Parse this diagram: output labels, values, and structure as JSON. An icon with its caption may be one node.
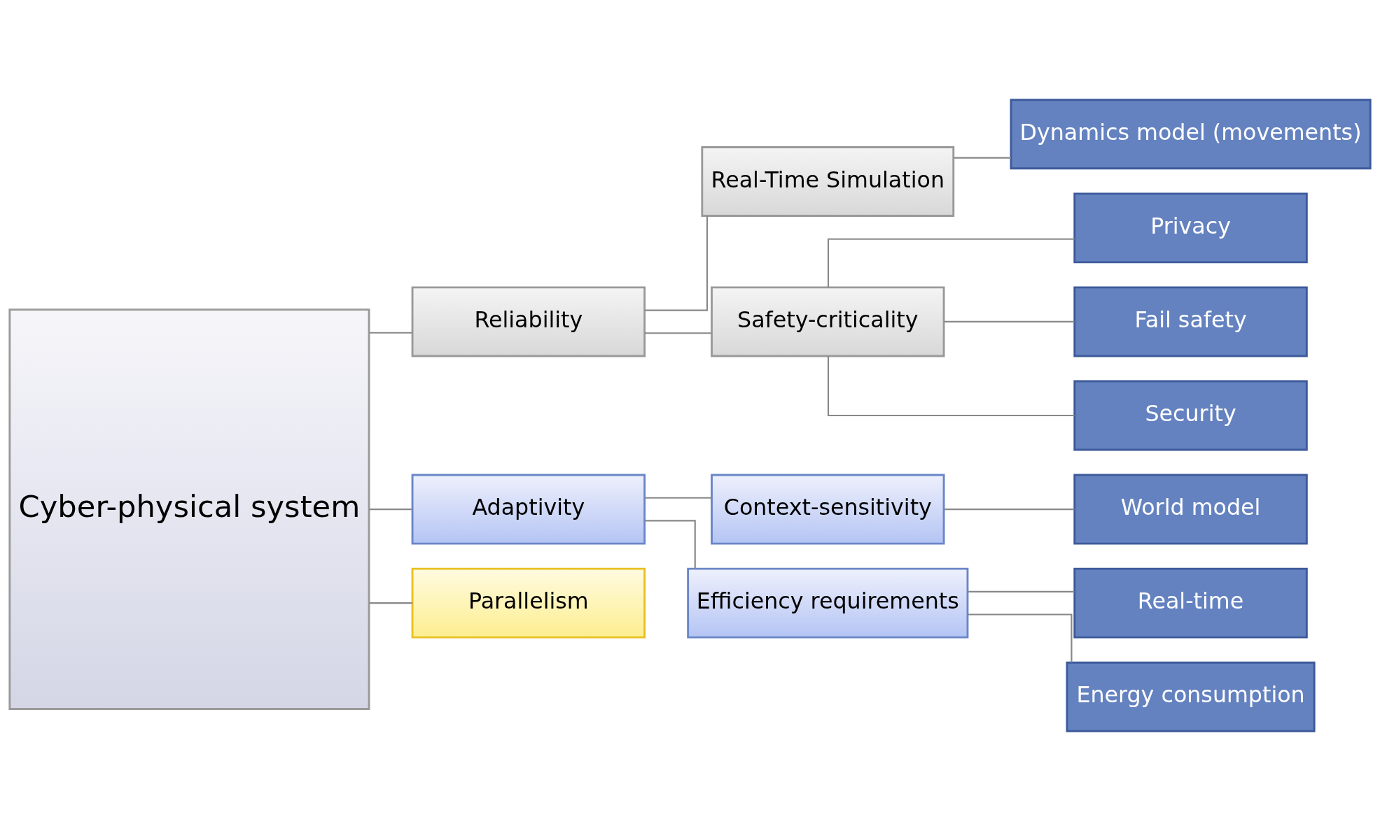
{
  "diagram": {
    "nodes": [
      {
        "text": [
          "Cyber-physical system"
        ]
      },
      {
        "text": [
          "Reliability"
        ]
      },
      {
        "text": [
          "Adaptivity"
        ]
      },
      {
        "text": [
          "Parallelism"
        ]
      },
      {
        "text": [
          "Real-Time Simulation"
        ]
      },
      {
        "text": [
          "Safety-criticality"
        ]
      },
      {
        "text": [
          "Context-sensitivity"
        ]
      },
      {
        "text": [
          "Efficiency requirements"
        ]
      },
      {
        "text": [
          "Dynamics model (movements)"
        ]
      },
      {
        "text": [
          "Privacy"
        ]
      },
      {
        "text": [
          "Fail safety"
        ]
      },
      {
        "text": [
          "Security"
        ]
      },
      {
        "text": [
          "World model"
        ]
      },
      {
        "text": [
          "Real-time"
        ]
      },
      {
        "text": [
          "Energy consumption"
        ]
      }
    ],
    "edges": [
      {
        "from": 0,
        "to": 1,
        "arrow": "none"
      },
      {
        "from": 0,
        "to": 2,
        "arrow": "none"
      },
      {
        "from": 0,
        "to": 3,
        "arrow": "none"
      },
      {
        "from": 1,
        "to": 4,
        "arrow": "none"
      },
      {
        "from": 1,
        "to": 5,
        "arrow": "none"
      },
      {
        "from": 2,
        "to": 6,
        "arrow": "none"
      },
      {
        "from": 2,
        "to": 7,
        "arrow": "none"
      },
      {
        "from": 4,
        "to": 8,
        "arrow": "none"
      },
      {
        "from": 5,
        "to": 9,
        "arrow": "none"
      },
      {
        "from": 5,
        "to": 10,
        "arrow": "none"
      },
      {
        "from": 5,
        "to": 11,
        "arrow": "none"
      },
      {
        "from": 6,
        "to": 12,
        "arrow": "none"
      },
      {
        "from": 7,
        "to": 13,
        "arrow": "none"
      },
      {
        "from": 7,
        "to": 14,
        "arrow": "none"
      }
    ]
  }
}
